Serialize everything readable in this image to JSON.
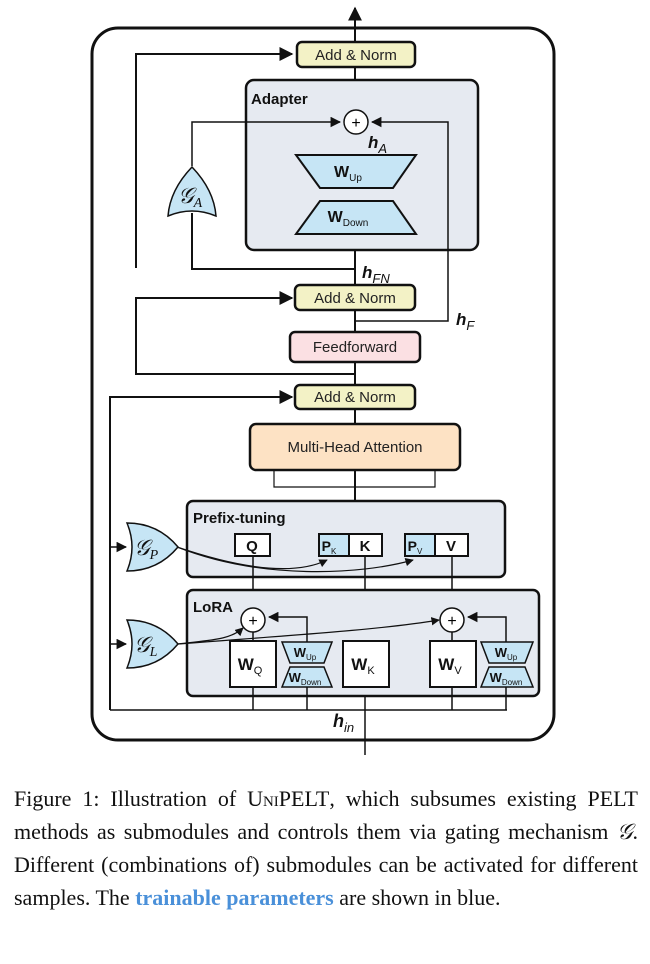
{
  "figure": {
    "labels": {
      "add_norm_top": "Add & Norm",
      "adapter_title": "Adapter",
      "w_up": "W",
      "w_up_sub": "Up",
      "w_down": "W",
      "w_down_sub": "Down",
      "h_a": "h",
      "h_a_sub": "A",
      "h_fn": "h",
      "h_fn_sub": "FN",
      "h_f": "h",
      "h_f_sub": "F",
      "h_in": "h",
      "h_in_sub": "in",
      "gate_a": "𝒢",
      "gate_a_sub": "A",
      "gate_p": "𝒢",
      "gate_p_sub": "P",
      "gate_l": "𝒢",
      "gate_l_sub": "L",
      "add_norm_mid": "Add & Norm",
      "feedforward": "Feedforward",
      "add_norm_bottom": "Add & Norm",
      "mha": "Multi-Head Attention",
      "prefix_title": "Prefix-tuning",
      "q": "Q",
      "pk": "P",
      "pk_sub": "K",
      "k": "K",
      "pv": "P",
      "pv_sub": "V",
      "v": "V",
      "lora_title": "LoRA",
      "wq": "W",
      "wq_sub": "Q",
      "wk": "W",
      "wk_sub": "K",
      "wv": "W",
      "wv_sub": "V",
      "plus": "+"
    },
    "colors": {
      "add_norm": "#f3f2c6",
      "feedforward": "#fbe0e3",
      "mha": "#fde2c4",
      "module_bg": "#e6eaf1",
      "trainable": "#c6e5f5",
      "caption_blue": "#4a90d9"
    }
  },
  "caption": {
    "prefix": "Figure 1: Illustration of ",
    "name": "UniPELT",
    "part1": ", which subsumes existing PELT methods as submodules and controls them via gating mechanism ",
    "gate_symbol": "𝒢",
    "part2": ". Different (combinations of) submodules can be activated for different samples. The ",
    "highlight": "trainable parameters",
    "part3": " are shown in blue."
  }
}
